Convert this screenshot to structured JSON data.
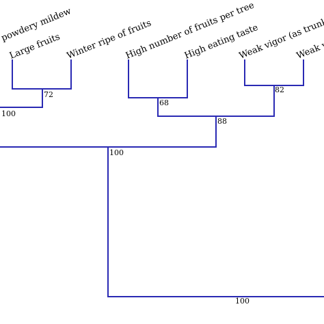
{
  "tree": {
    "line_color": "#2929b3",
    "leaves": [
      {
        "id": "powdery",
        "label": "powdery mildew"
      },
      {
        "id": "large",
        "label": "Large fruits"
      },
      {
        "id": "winter",
        "label": "Winter ripe of fruits"
      },
      {
        "id": "highnum",
        "label": "High number of fruits per tree"
      },
      {
        "id": "eating",
        "label": "High eating taste"
      },
      {
        "id": "weakvigor",
        "label": "Weak vigor (as trunk s"
      },
      {
        "id": "weak2",
        "label": "Weak v"
      }
    ],
    "support_values": {
      "clade_large_winter": "72",
      "clade_powdery": "100",
      "clade_highnum_eating": "68",
      "clade_weak": "82",
      "clade_middle": "88",
      "clade_top": "100",
      "root": "100"
    }
  }
}
